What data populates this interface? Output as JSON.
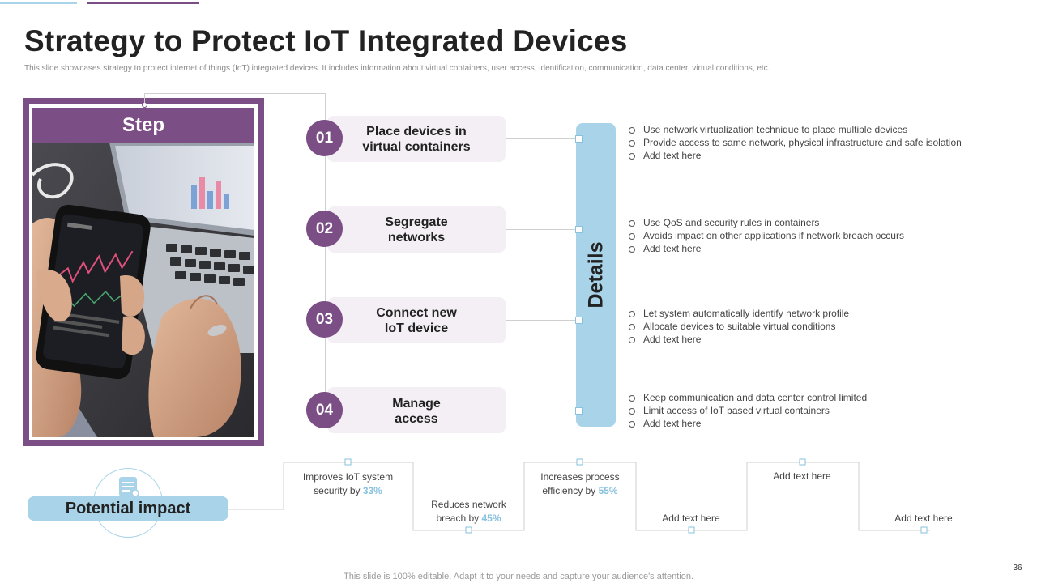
{
  "slide": {
    "title": "Strategy to Protect IoT Integrated Devices",
    "subtitle": "This slide showcases strategy to protect internet of things (IoT) integrated devices. It includes information about virtual containers, user access, identification, communication, data center, virtual conditions, etc.",
    "step_header": "Step",
    "details_label": "Details",
    "potential_impact_label": "Potential impact",
    "footer": "This slide is 100% editable. Adapt it to your needs and capture your audience's attention.",
    "page_number": "36"
  },
  "steps": [
    {
      "number": "01",
      "line1": "Place devices in",
      "line2": "virtual containers"
    },
    {
      "number": "02",
      "line1": "Segregate",
      "line2": "networks"
    },
    {
      "number": "03",
      "line1": "Connect new",
      "line2": "IoT device"
    },
    {
      "number": "04",
      "line1": "Manage",
      "line2": "access"
    }
  ],
  "details": [
    [
      "Use network virtualization  technique to place multiple devices",
      "Provide  access to same network, physical infrastructure and safe isolation",
      "Add text here"
    ],
    [
      "Use QoS and security rules in containers",
      "Avoids impact on other applications if network breach occurs",
      "Add text here"
    ],
    [
      "Let system automatically identify network profile",
      "Allocate devices to suitable virtual  conditions",
      "Add text here"
    ],
    [
      "Keep communication and data center control limited",
      "Limit access of IoT based virtual containers",
      "Add text here"
    ]
  ],
  "impacts": [
    {
      "line1": "Improves  IoT  system",
      "line2_pre": "security by ",
      "value": "33%"
    },
    {
      "line1": "Reduces network",
      "line2_pre": "breach  by ",
      "value": "45%"
    },
    {
      "line1": "Increases process",
      "line2_pre": "efficiency  by ",
      "value": "55%"
    },
    {
      "line1": "Add text here"
    },
    {
      "line1": "Add text here"
    },
    {
      "line1": "Add text here"
    }
  ],
  "colors": {
    "purple": "#7b4f86",
    "light_blue": "#a9d3e8",
    "card_bg": "#f4eff5"
  },
  "icons": {
    "impact_icon": "document-list-icon"
  }
}
